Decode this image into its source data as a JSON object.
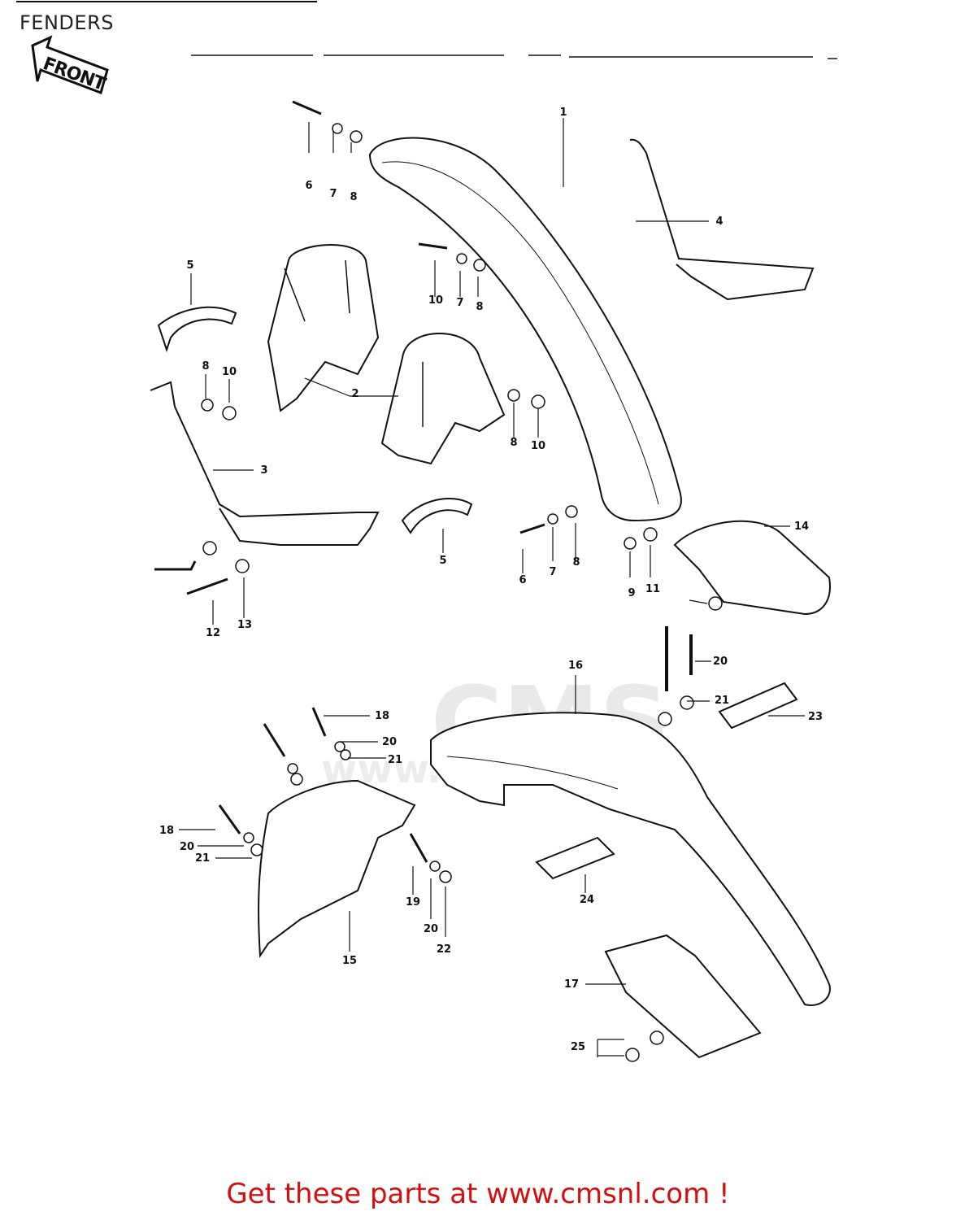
{
  "title": "FENDERS",
  "front_label": "FRONT",
  "watermark": {
    "logo_text": "CMS",
    "url": "www.cmsnl.com"
  },
  "callouts": [
    "1",
    "2",
    "3",
    "4",
    "5",
    "5",
    "6",
    "6",
    "7",
    "7",
    "7",
    "8",
    "8",
    "8",
    "8",
    "8",
    "9",
    "10",
    "10",
    "10",
    "11",
    "12",
    "13",
    "14",
    "15",
    "16",
    "17",
    "18",
    "18",
    "19",
    "20",
    "20",
    "20",
    "20",
    "21",
    "21",
    "21",
    "22",
    "23",
    "24",
    "25"
  ],
  "footer": "Get these parts at www.cmsnl.com !"
}
